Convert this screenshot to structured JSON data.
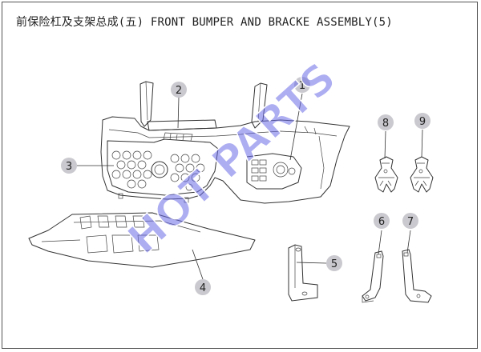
{
  "title": "前保险杠及支架总成(五) FRONT BUMPER AND BRACKE ASSEMBLY(5)",
  "watermark": "HOT PARTS",
  "callouts": [
    "1",
    "2",
    "3",
    "4",
    "5",
    "6",
    "7",
    "8",
    "9"
  ],
  "colors": {
    "watermark": "#6a6ae8",
    "callout_circle": "#c9c9cf",
    "line": "#333333"
  }
}
